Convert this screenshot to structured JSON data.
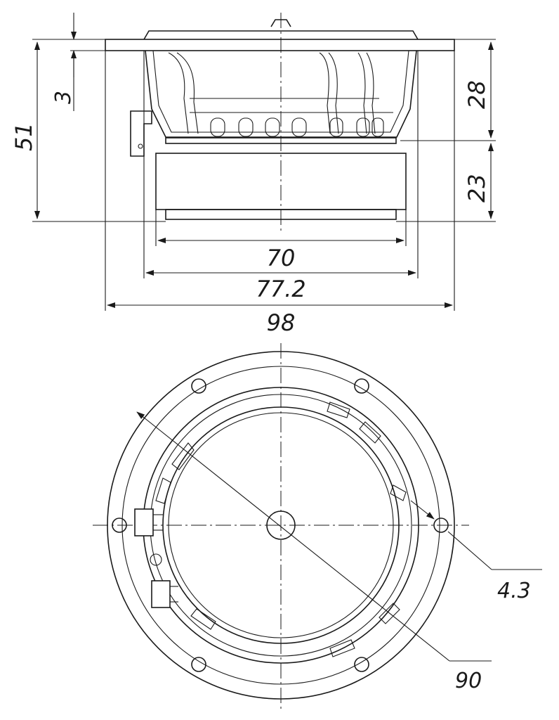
{
  "drawing": {
    "side_view": {
      "dim_flange_thickness": "3",
      "dim_total_depth": "51",
      "dim_frame_depth": "28",
      "dim_magnet_depth": "23",
      "dim_magnet_diameter": "70",
      "dim_frame_diameter": "77.2",
      "dim_flange_width": "98"
    },
    "front_view": {
      "dim_hole_diameter": "4.3",
      "dim_bolt_circle": "90"
    }
  }
}
